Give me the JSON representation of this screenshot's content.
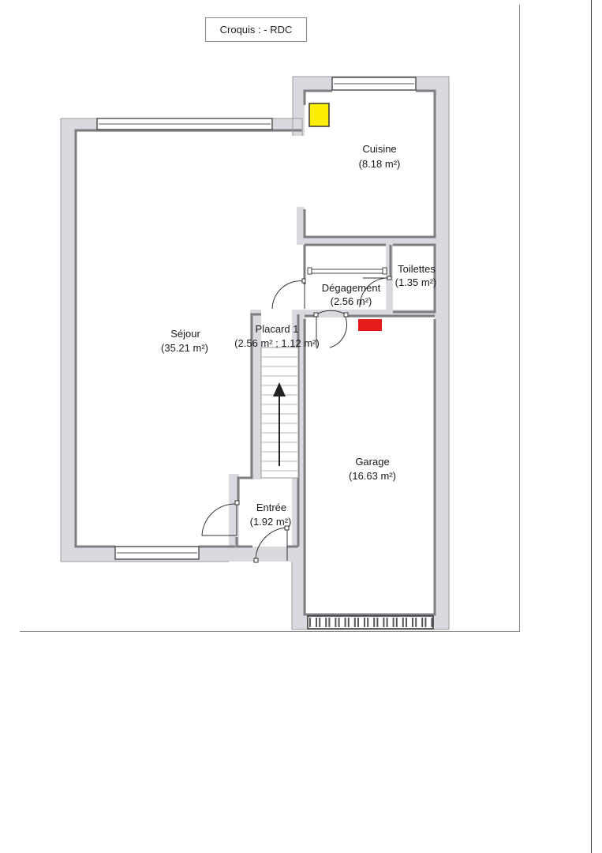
{
  "title": "Croquis :  - RDC",
  "rooms": [
    {
      "id": "cuisine",
      "name": "Cuisine",
      "area": "(8.18 m²)"
    },
    {
      "id": "toilettes",
      "name": "Toilettes",
      "area": "(1.35 m²)"
    },
    {
      "id": "degagement",
      "name": "Dégagement",
      "area": "(2.56 m²)"
    },
    {
      "id": "sejour",
      "name": "Séjour",
      "area": "(35.21 m²)"
    },
    {
      "id": "placard",
      "name": "Placard 1",
      "area": "(2.56 m² ; 1.12 m²)"
    },
    {
      "id": "garage",
      "name": "Garage",
      "area": "(16.63 m²)"
    },
    {
      "id": "entree",
      "name": "Entrée",
      "area": "(1.92 m²)"
    }
  ],
  "colors": {
    "wall_fill": "#d9d9e0",
    "wall_line": "#7d7d82",
    "boiler": "#ffee00",
    "electric_panel": "#e31b1b"
  },
  "icons": [
    "boiler-icon",
    "electric-panel-icon",
    "stair-arrow-icon"
  ]
}
